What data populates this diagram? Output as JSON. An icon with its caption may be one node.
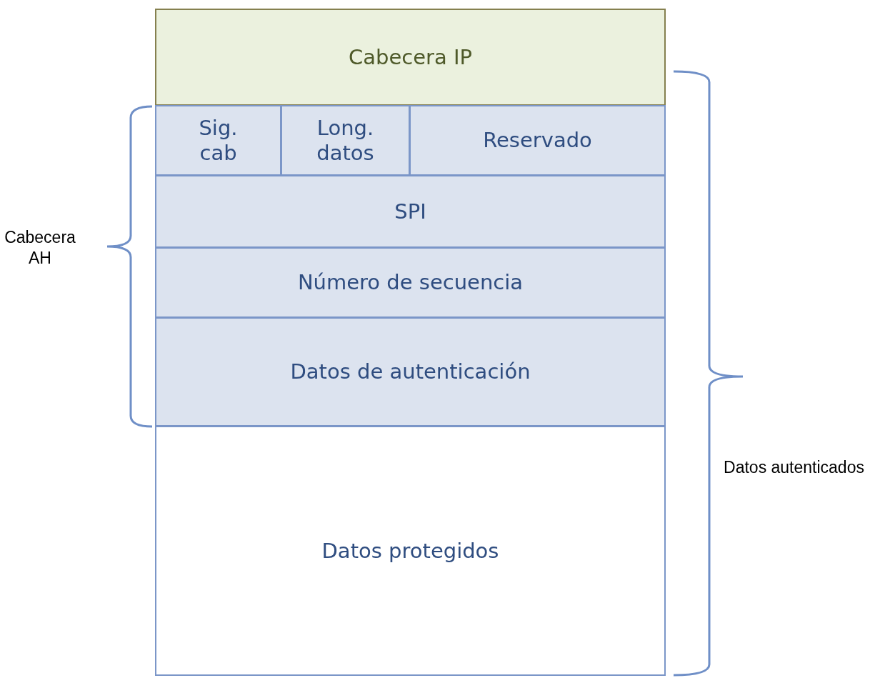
{
  "diagram": {
    "nodes": [
      {
        "text": [
          "Cabecera IP"
        ]
      },
      {
        "text": [
          "Sig. cab"
        ]
      },
      {
        "text": [
          "Long. datos"
        ]
      },
      {
        "text": [
          "Reservado"
        ]
      },
      {
        "text": [
          "SPI"
        ]
      },
      {
        "text": [
          "Número de secuencia"
        ]
      },
      {
        "text": [
          "Datos de autenticación"
        ]
      },
      {
        "text": [
          "Datos protegidos"
        ]
      }
    ],
    "edges": [],
    "labels": [
      "Cabecera AH",
      "Datos autenticados"
    ]
  }
}
